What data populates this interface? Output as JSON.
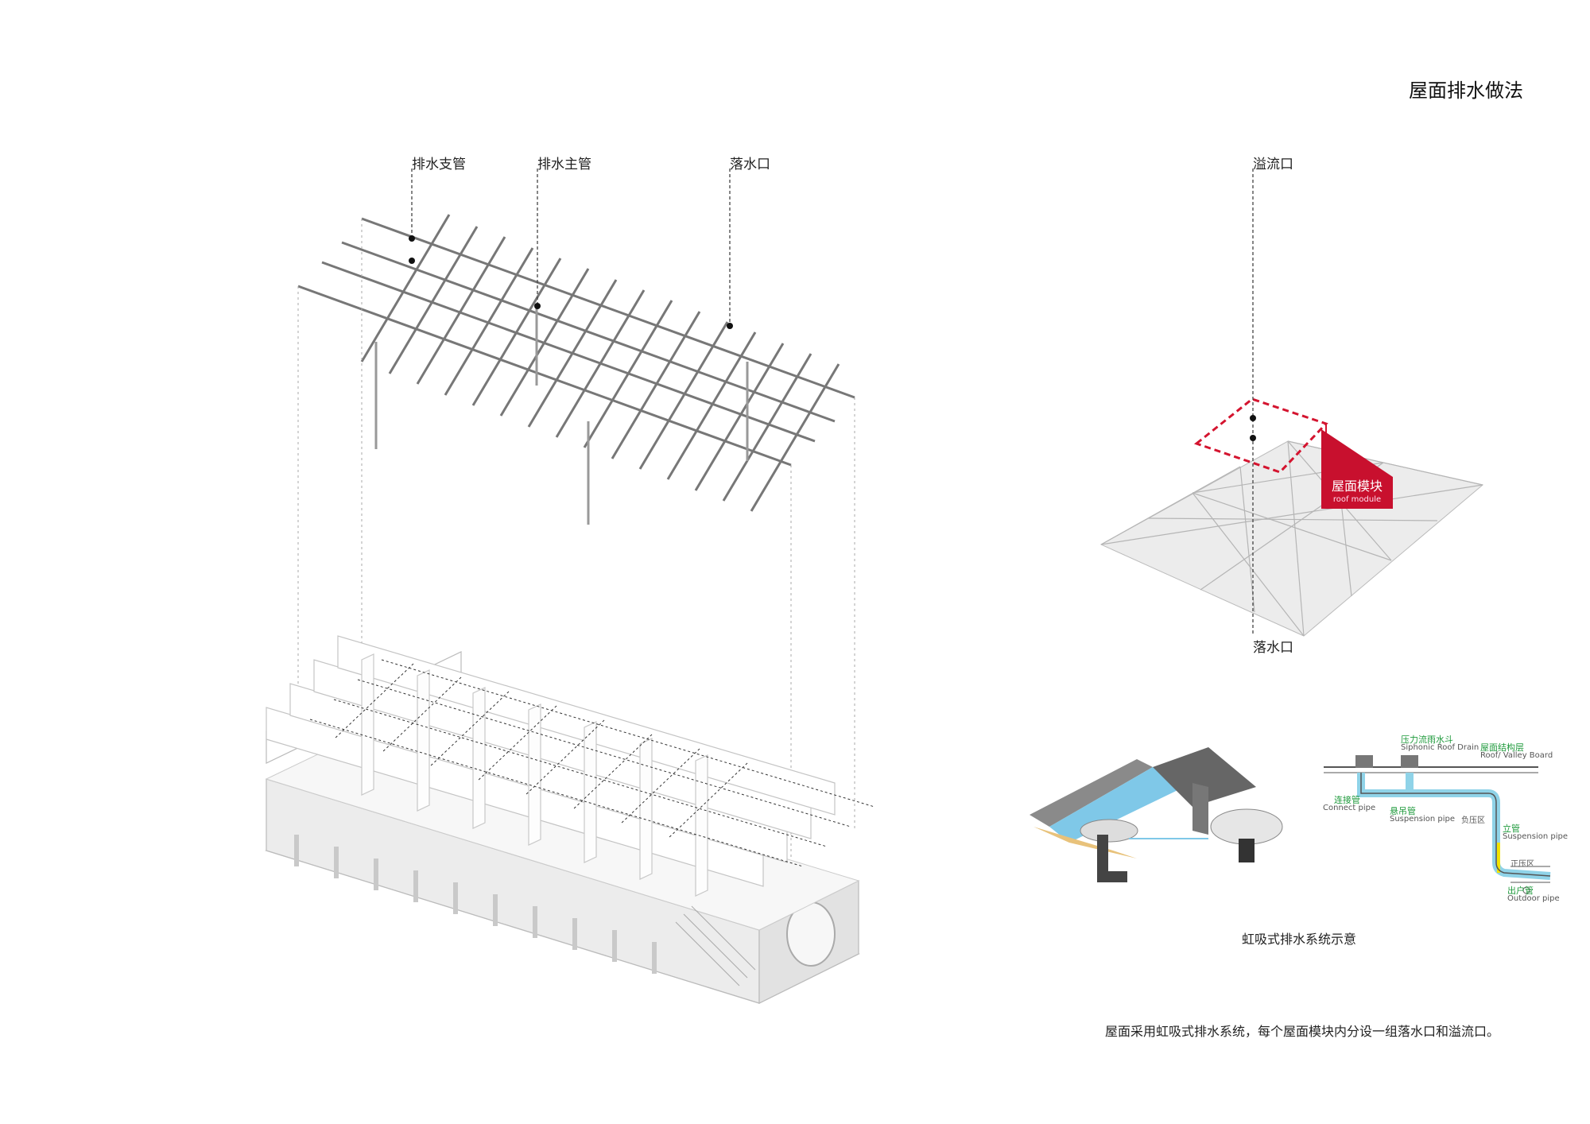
{
  "title": "屋面排水做法",
  "labels": {
    "branch_pipe": "排水支管",
    "main_pipe": "排水主管",
    "drain_outlet": "落水口",
    "overflow": "溢流口",
    "drain_outlet_2": "落水口"
  },
  "roof_module": {
    "cn": "屋面模块",
    "en": "roof module"
  },
  "siphonic_diagram": {
    "siphonic_drain_cn": "压力流雨水斗",
    "siphonic_drain_en": "Siphonic Roof Drain",
    "roof_board_cn": "屋面结构层",
    "roof_board_en": "Roof/ Valley Board",
    "connect_cn": "连接管",
    "connect_en": "Connect pipe",
    "suspension_cn": "悬吊管",
    "suspension_en": "Suspension pipe",
    "negative_zone": "负压区",
    "vertical_cn": "立管",
    "vertical_en": "Suspension pipe",
    "positive_zone": "正压区",
    "outdoor_cn": "出户管",
    "outdoor_en": "Outdoor pipe"
  },
  "caption": "虹吸式排水系统示意",
  "description": "屋面采用虹吸式排水系统，每个屋面模块内分设一组落水口和溢流口。",
  "colors": {
    "accent_red": "#c8102e",
    "green_label": "#1f9a3c",
    "pipe_blue": "#8fd3e8"
  }
}
